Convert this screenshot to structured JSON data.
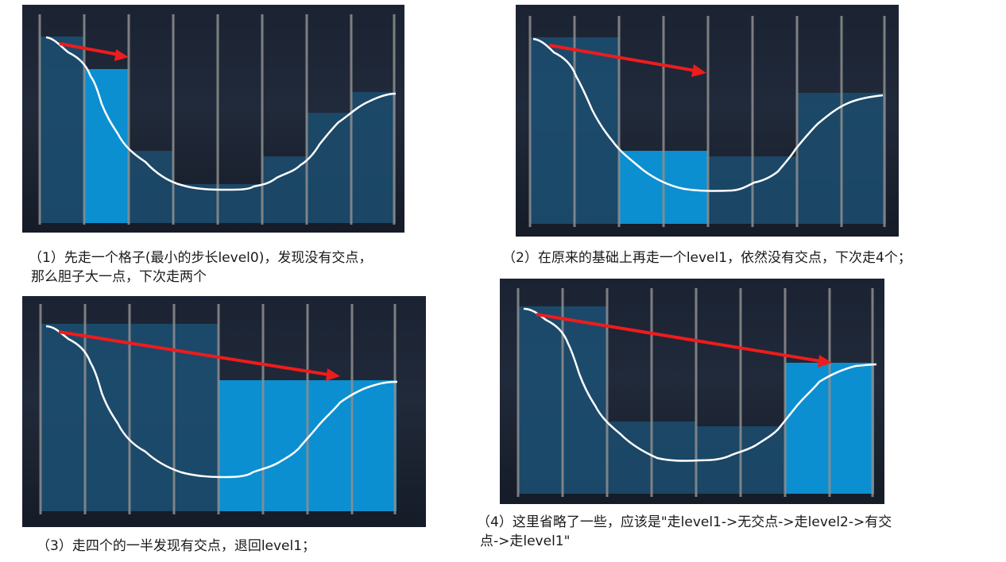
{
  "captions": {
    "p1": [
      "（1）先走一个格子(最小的步长level0)，发现没有交点，",
      "那么胆子大一点，下次走两个"
    ],
    "p2": [
      "（2）在原来的基础上再走一个level1，依然没有交点，下次走4个；"
    ],
    "p3": [
      "（3）走四个的一半发现有交点，退回level1；"
    ],
    "p4": [
      "（4）这里省略了一些，应该是\"走level1->无交点->走level2->有交",
      "点->走level1\""
    ]
  },
  "colors": {
    "background": "#1d2535",
    "column_light": "#0b8fd0",
    "column_dark": "#1c4e70",
    "grid_line": "#8e8e8e",
    "curve": "#ffffff",
    "arrow": "#ee1c1c"
  }
}
